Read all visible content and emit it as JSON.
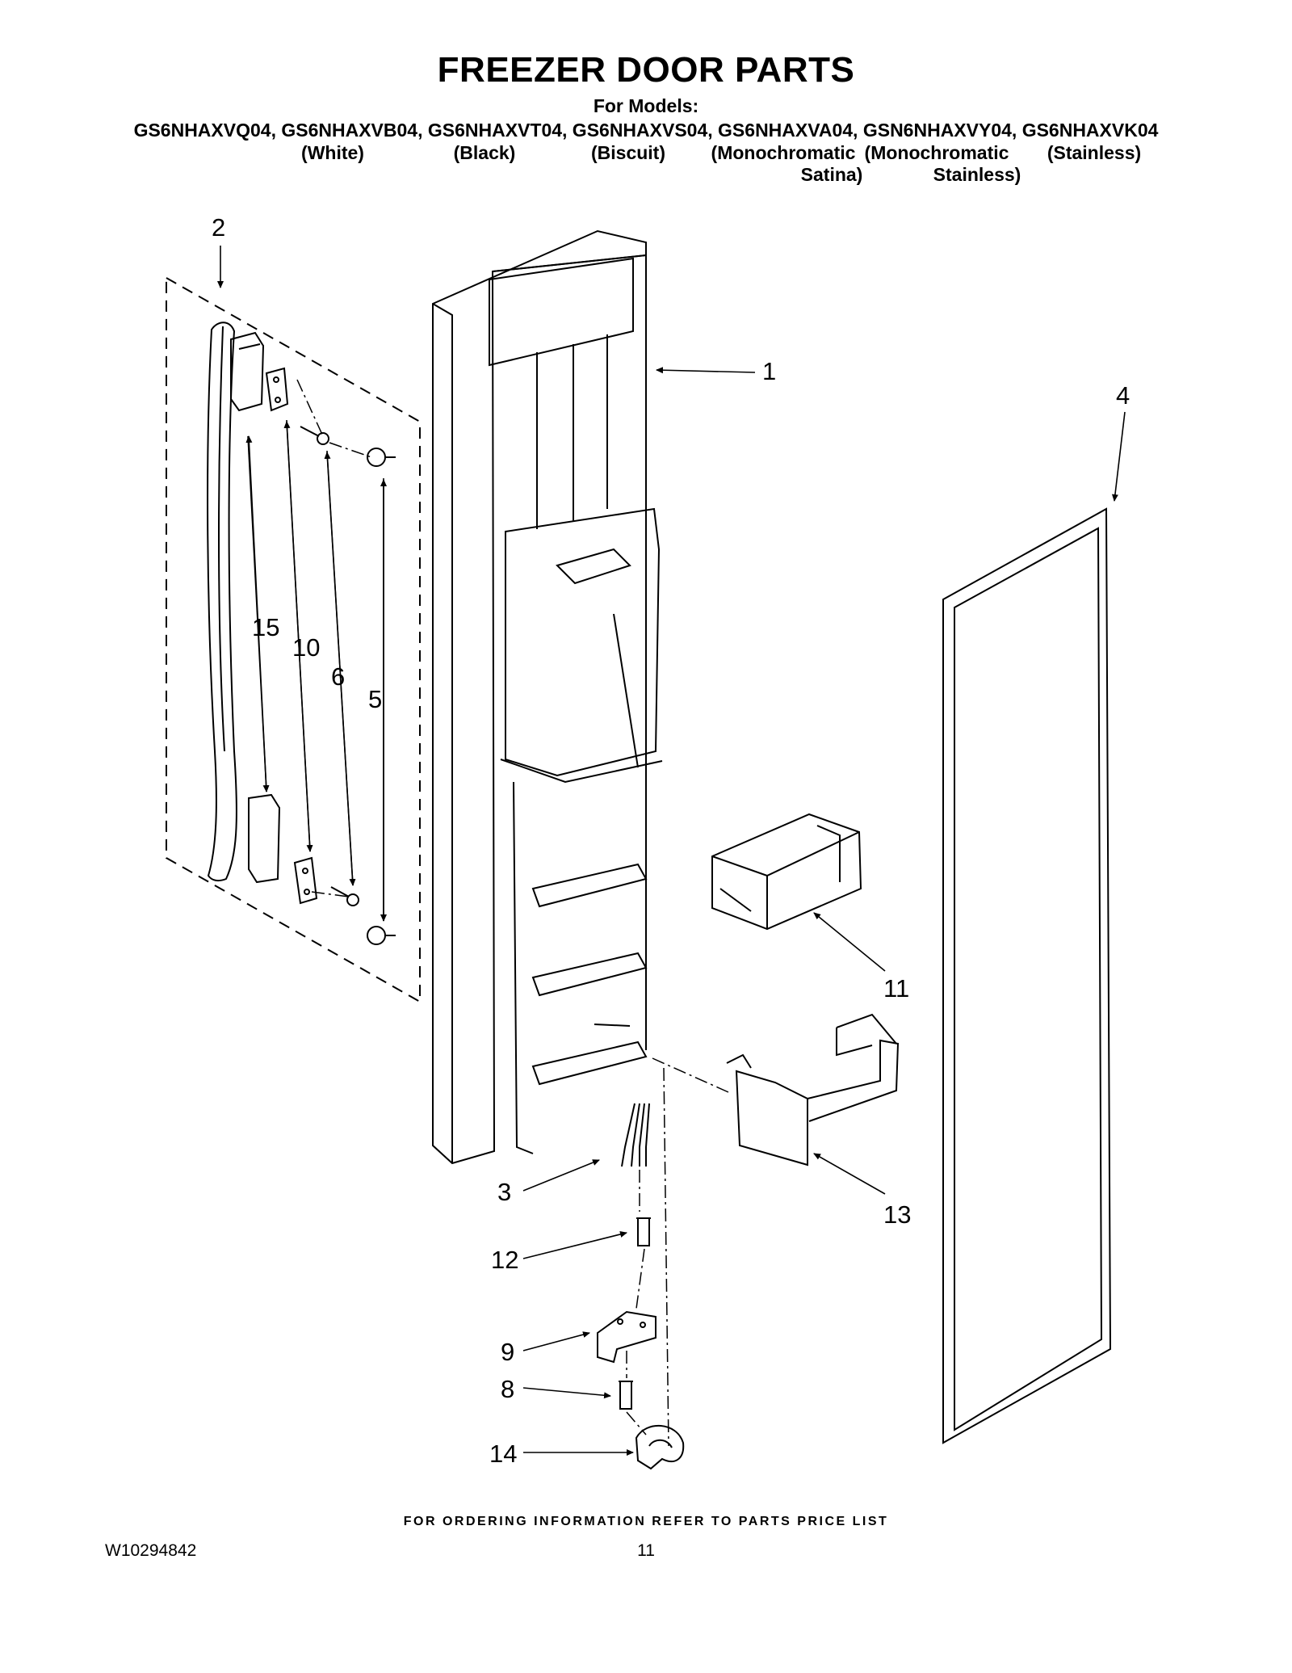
{
  "header": {
    "title": "FREEZER DOOR PARTS",
    "for_models": "For Models:",
    "models": "GS6NHAXVQ04, GS6NHAXVB04, GS6NHAXVT04, GS6NHAXVS04, GS6NHAXVA04, GSN6NHAXVY04, GS6NHAXVK04",
    "variants": [
      {
        "line1": "(White)",
        "line2": ""
      },
      {
        "line1": "(Black)",
        "line2": ""
      },
      {
        "line1": "(Biscuit)",
        "line2": ""
      },
      {
        "line1": "(Monochromatic",
        "line2": "Satina)"
      },
      {
        "line1": "(Monochromatic",
        "line2": "Stainless)"
      },
      {
        "line1": "(Stainless)",
        "line2": ""
      }
    ]
  },
  "callouts": [
    "1",
    "2",
    "3",
    "4",
    "5",
    "6",
    "8",
    "9",
    "10",
    "11",
    "12",
    "13",
    "14",
    "15"
  ],
  "footer": {
    "ordering_note": "FOR ORDERING INFORMATION REFER TO PARTS PRICE LIST",
    "document_number": "W10294842",
    "page_number": "11"
  }
}
